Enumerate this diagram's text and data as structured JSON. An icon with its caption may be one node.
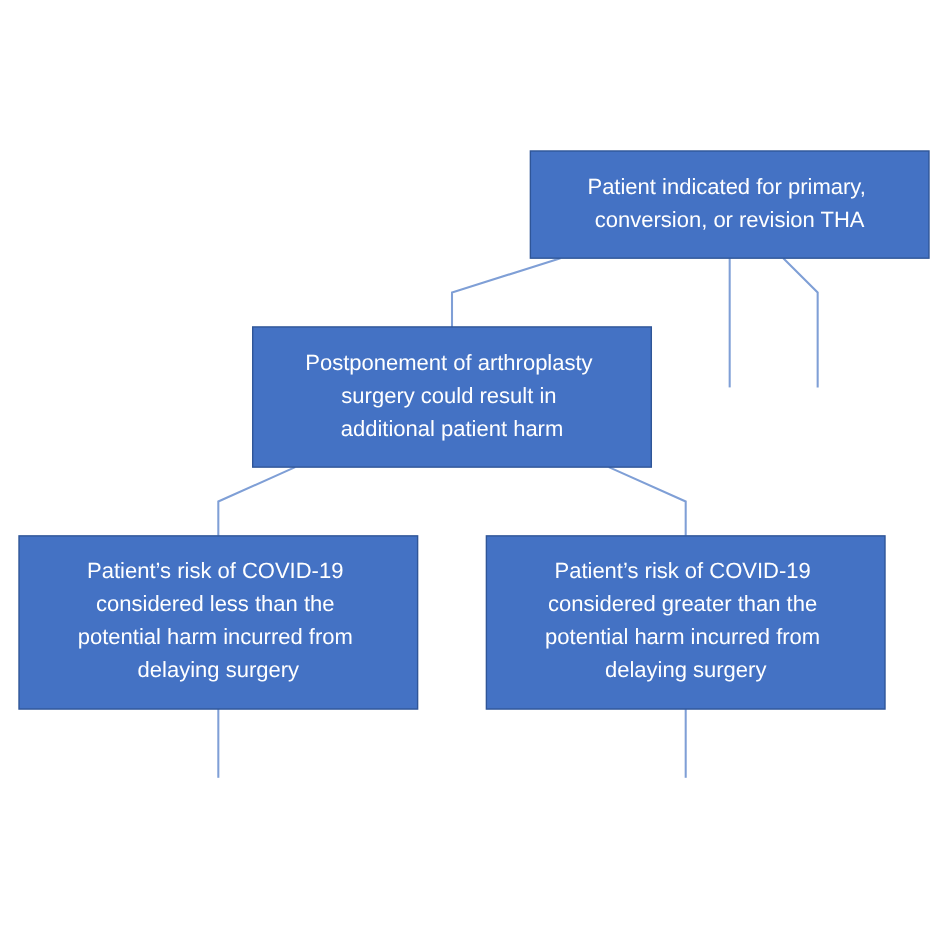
{
  "diagram": {
    "nodes": [
      {
        "text": [
          "Patient indicated for primary, conversion, or revision THA"
        ]
      },
      {
        "text": [
          "Postponement of arthroplasty surgery could result in additional patient harm"
        ]
      },
      {
        "text": [
          "Patient’s risk of COVID-19 considered less than the potential harm incurred from delaying surgery"
        ]
      },
      {
        "text": [
          "Patient’s risk of COVID-19 considered greater than the potential harm incurred from delaying surgery"
        ]
      }
    ],
    "edges": [
      {
        "from": 0,
        "to": null,
        "arrow": "none"
      },
      {
        "from": 0,
        "to": null,
        "arrow": "none"
      },
      {
        "from": 0,
        "to": 1,
        "arrow": "none"
      },
      {
        "from": 1,
        "to": 2,
        "arrow": "none"
      },
      {
        "from": 1,
        "to": 3,
        "arrow": "none"
      },
      {
        "from": 2,
        "to": null,
        "arrow": "none"
      },
      {
        "from": 3,
        "to": null,
        "arrow": "none"
      }
    ]
  }
}
